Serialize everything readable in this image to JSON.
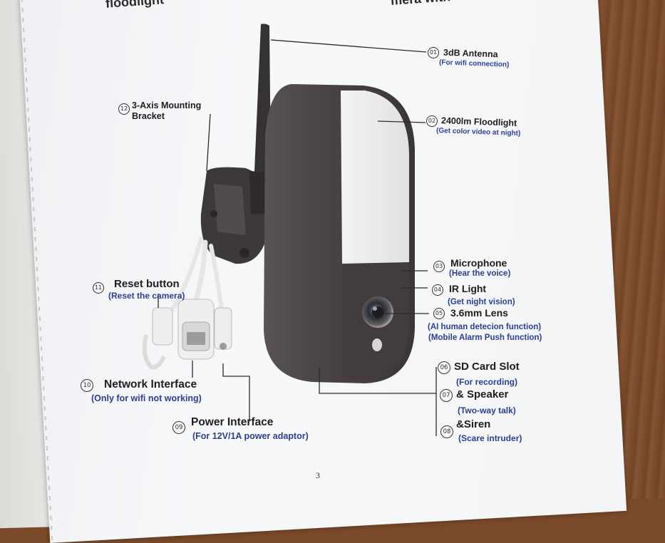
{
  "header": {
    "left_fragment": "floodlight",
    "right_fragment": "mera with"
  },
  "callouts": [
    {
      "id": "c01",
      "number": "01",
      "title": "3dB Antenna",
      "subtitle": "(For wifi connection)"
    },
    {
      "id": "c02",
      "number": "02",
      "title": "2400lm Floodlight",
      "subtitle": "(Get color video at night)"
    },
    {
      "id": "c03",
      "number": "03",
      "title": "Microphone",
      "subtitle": "(Hear the voice)"
    },
    {
      "id": "c04",
      "number": "04",
      "title": "IR Light",
      "subtitle": "(Get night vision)"
    },
    {
      "id": "c05",
      "number": "05",
      "title": "3.6mm Lens",
      "subtitle": "(AI human detecion function)",
      "subtitle2": "(Mobile Alarm Push function)"
    },
    {
      "id": "c06",
      "number": "06",
      "title": "SD Card Slot",
      "subtitle": "(For recording)"
    },
    {
      "id": "c07",
      "number": "07",
      "title": "& Speaker",
      "subtitle": "(Two-way talk)"
    },
    {
      "id": "c08",
      "number": "08",
      "title": "&Siren",
      "subtitle": "(Scare intruder)"
    },
    {
      "id": "c09",
      "number": "09",
      "title": "Power Interface",
      "subtitle": "(For 12V/1A power adaptor)"
    },
    {
      "id": "c10",
      "number": "10",
      "title": "Network Interface",
      "subtitle": "(Only for wifi not working)"
    },
    {
      "id": "c11",
      "number": "11",
      "title": "Reset button",
      "subtitle": "(Reset the camera)"
    },
    {
      "id": "c12",
      "number": "12",
      "title": "3-Axis Mounting",
      "title2": "Bracket"
    }
  ],
  "page_number": "3",
  "colors": {
    "page": "#f4f5f7",
    "label_text": "#1e1e1e",
    "subtitle_text": "#2d3f8f",
    "camera_body": "#4a4446",
    "wood": "#8a5634"
  }
}
